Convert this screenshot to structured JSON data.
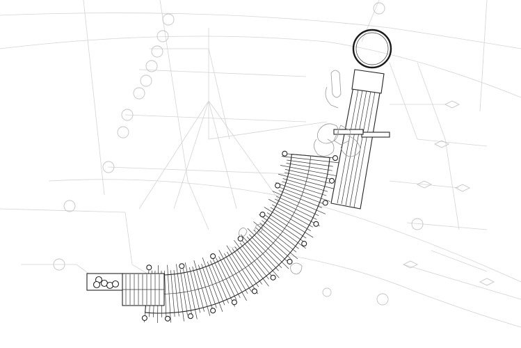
{
  "drawing": {
    "kind": "architectural-site-plan",
    "labels": [],
    "colors": {
      "ink": "#222222",
      "guide": "#d4d4d4",
      "figure": "#9a9a9a",
      "background": "#ffffff"
    },
    "elements": [
      "curved-pier",
      "straight-pier-arm",
      "circular-lookout",
      "entry-platform",
      "radial-slats",
      "support-posts",
      "site-guide-lines",
      "human-figures"
    ]
  }
}
